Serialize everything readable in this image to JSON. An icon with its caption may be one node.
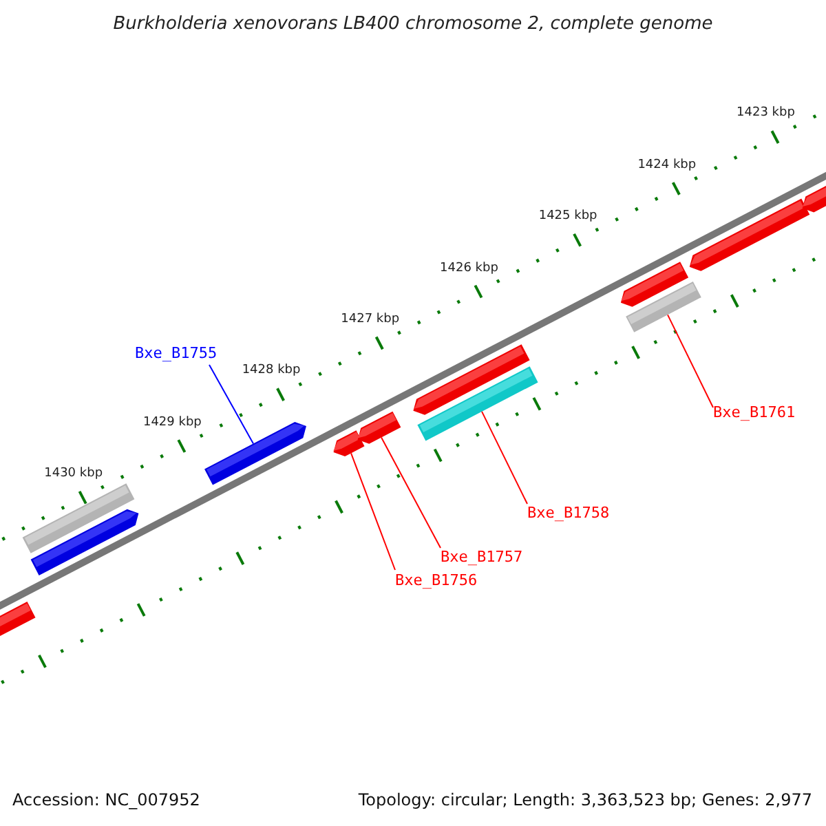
{
  "diagram": {
    "title": "Burkholderia xenovorans LB400 chromosome 2, complete genome",
    "nodes": [
      {
        "text": [
          "Bxe_B1755"
        ]
      },
      {
        "text": [
          "Bxe_B1756"
        ]
      },
      {
        "text": [
          "Bxe_B1757"
        ]
      },
      {
        "text": [
          "Bxe_B1758"
        ]
      },
      {
        "text": [
          "Bxe_B1761"
        ]
      },
      {
        "text": [],
        "shape": "bar"
      },
      {
        "text": [],
        "shape": "bar"
      },
      {
        "text": [],
        "shape": "bar"
      },
      {
        "text": [],
        "shape": "bar"
      },
      {
        "text": [],
        "shape": "bar"
      },
      {
        "text": [],
        "shape": "bar"
      },
      {
        "text": [],
        "shape": "bar"
      },
      {
        "text": [],
        "shape": "bar"
      },
      {
        "text": [],
        "shape": "bar"
      },
      {
        "text": [],
        "shape": "bar"
      },
      {
        "text": [],
        "shape": "bar"
      },
      {
        "text": [],
        "shape": "bar"
      }
    ],
    "edges": [
      {
        "from": 0,
        "to": 8,
        "arrow": "none",
        "color": "#0000ff"
      },
      {
        "from": 1,
        "to": 9,
        "arrow": "none"
      },
      {
        "from": 2,
        "to": 10,
        "arrow": "none"
      },
      {
        "from": 3,
        "to": 12,
        "arrow": "none"
      },
      {
        "from": 4,
        "to": 14,
        "arrow": "none"
      }
    ],
    "labels": [
      "1423 kbp",
      "1424 kbp",
      "1425 kbp",
      "1426 kbp",
      "1427 kbp",
      "1428 kbp",
      "1429 kbp",
      "1430 kbp",
      "Accession: NC_007952",
      "Topology: circular; Length: 3,363,523 bp; Genes: 2,977"
    ]
  }
}
